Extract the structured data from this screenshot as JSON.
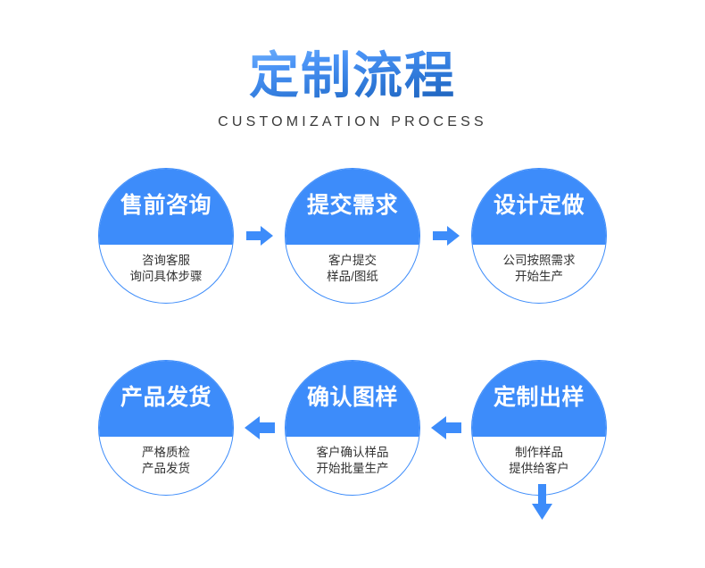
{
  "header": {
    "title": "定制流程",
    "subtitle": "CUSTOMIZATION PROCESS"
  },
  "theme": {
    "accent": "#3d8cfa",
    "title_gradient_start": "#6fb0fb",
    "title_gradient_end": "#1b5fb8",
    "node_text": "#ffffff",
    "desc_text": "#333333",
    "background": "#ffffff"
  },
  "flow": {
    "rows": [
      {
        "direction": "right",
        "nodes": [
          {
            "title": "售前咨询",
            "desc_line1": "咨询客服",
            "desc_line2": "询问具体步骤"
          },
          {
            "title": "提交需求",
            "desc_line1": "客户提交",
            "desc_line2": "样品/图纸"
          },
          {
            "title": "设计定做",
            "desc_line1": "公司按照需求",
            "desc_line2": "开始生产"
          }
        ]
      },
      {
        "direction": "left",
        "nodes": [
          {
            "title": "产品发货",
            "desc_line1": "严格质检",
            "desc_line2": "产品发货"
          },
          {
            "title": "确认图样",
            "desc_line1": "客户确认样品",
            "desc_line2": "开始批量生产"
          },
          {
            "title": "定制出样",
            "desc_line1": "制作样品",
            "desc_line2": "提供给客户"
          }
        ]
      }
    ],
    "connectors": [
      {
        "icon": "arrow-right-icon",
        "from": "售前咨询",
        "to": "提交需求"
      },
      {
        "icon": "arrow-right-icon",
        "from": "提交需求",
        "to": "设计定做"
      },
      {
        "icon": "arrow-down-icon",
        "from": "设计定做",
        "to": "定制出样"
      },
      {
        "icon": "arrow-left-icon",
        "from": "定制出样",
        "to": "确认图样"
      },
      {
        "icon": "arrow-left-icon",
        "from": "确认图样",
        "to": "产品发货"
      }
    ]
  }
}
